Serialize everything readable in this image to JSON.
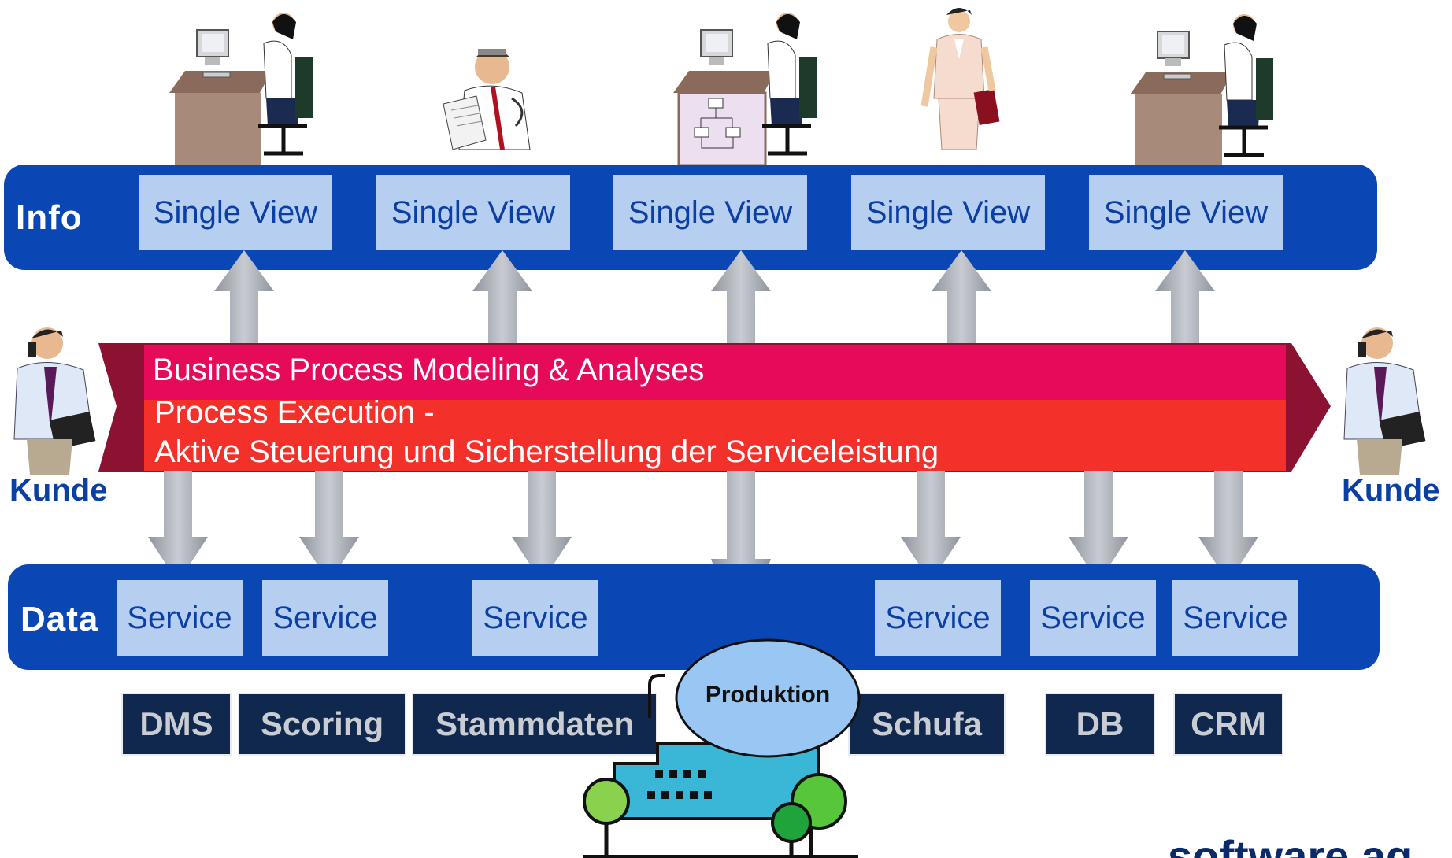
{
  "bands": {
    "info_label": "Info",
    "data_label": "Data"
  },
  "single_views": [
    "Single View",
    "Single View",
    "Single View",
    "Single View",
    "Single View"
  ],
  "process": {
    "modeling_label": "Business Process Modeling & Analyses",
    "execution_line1": "Process Execution -",
    "execution_line2": "Aktive Steuerung und Sicherstellung der Serviceleistung"
  },
  "customers": {
    "left_label": "Kunde",
    "right_label": "Kunde"
  },
  "services": [
    "Service",
    "Service",
    "Service",
    "Service",
    "Service",
    "Service"
  ],
  "systems": [
    "DMS",
    "Scoring",
    "Stammdaten",
    "Schufa",
    "DB",
    "CRM"
  ],
  "production": {
    "label": "Produktion"
  },
  "logo": {
    "text": "software ag"
  },
  "colors": {
    "band_blue": "#0a47b4",
    "box_light_blue": "#b6cff0",
    "modeling_pink": "#e60a5a",
    "execution_red": "#f4302a",
    "system_navy": "#10284d",
    "arrow_gray": "#a9aeb6"
  },
  "icons": [
    "office-worker-icon",
    "reading-man-icon",
    "process-desk-icon",
    "businesswoman-icon",
    "customer-phone-icon",
    "factory-icon",
    "arrow-up-icon",
    "arrow-down-icon"
  ]
}
